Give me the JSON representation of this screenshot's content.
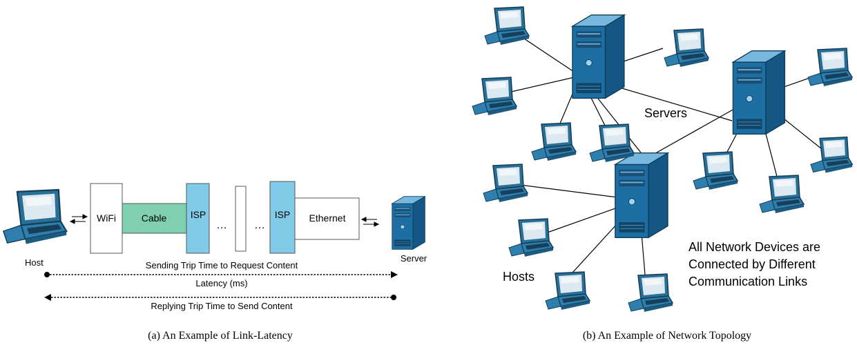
{
  "left_panel": {
    "host_label": "Host",
    "server_label": "Server",
    "segments": {
      "wifi": "WiFi",
      "cable": "Cable",
      "isp1": "ISP",
      "dots1": "…",
      "dots2": "…",
      "isp2": "ISP",
      "ethernet": "Ethernet"
    },
    "sending_label": "Sending Trip Time to Request Content",
    "latency_label": "Latency (ms)",
    "replying_label": "Replying Trip Time to Send Content",
    "caption": "(a) An Example of Link-Latency",
    "colors": {
      "isp": "#7fcbe8",
      "cable": "#7fcfb0",
      "box": "#ffffff"
    }
  },
  "right_panel": {
    "servers_label": "Servers",
    "hosts_label": "Hosts",
    "note_lines": [
      "All Network Devices are",
      "Connected by Different",
      "Communication Links"
    ],
    "caption": "(b) An Example of Network Topology"
  }
}
